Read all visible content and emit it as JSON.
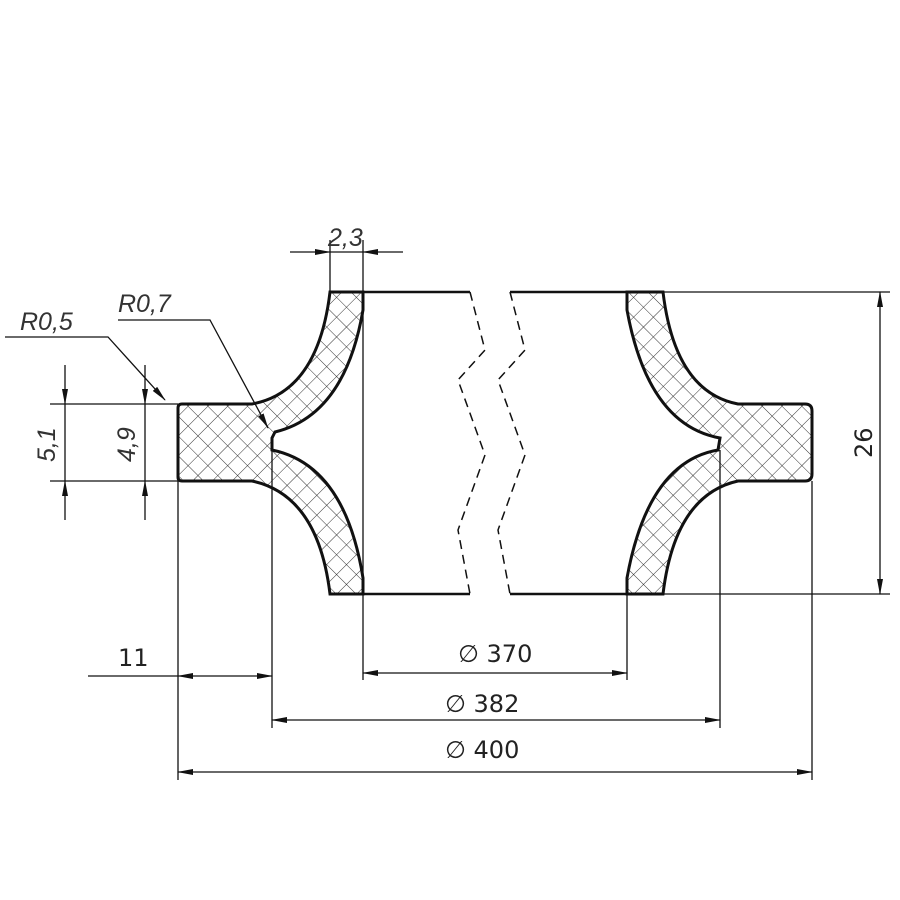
{
  "labels": {
    "thickness": "2,3",
    "radius_outer": "R0,5",
    "radius_inner": "R0,7",
    "flange_outer_height": "5,1",
    "flange_inner_height": "4,9",
    "height": "26",
    "offset": "11",
    "diameter_inner": "∅ 370",
    "diameter_mid": "∅ 382",
    "diameter_outer": "∅ 400"
  },
  "colors": {
    "line": "#111111",
    "hatch": "#333333"
  }
}
